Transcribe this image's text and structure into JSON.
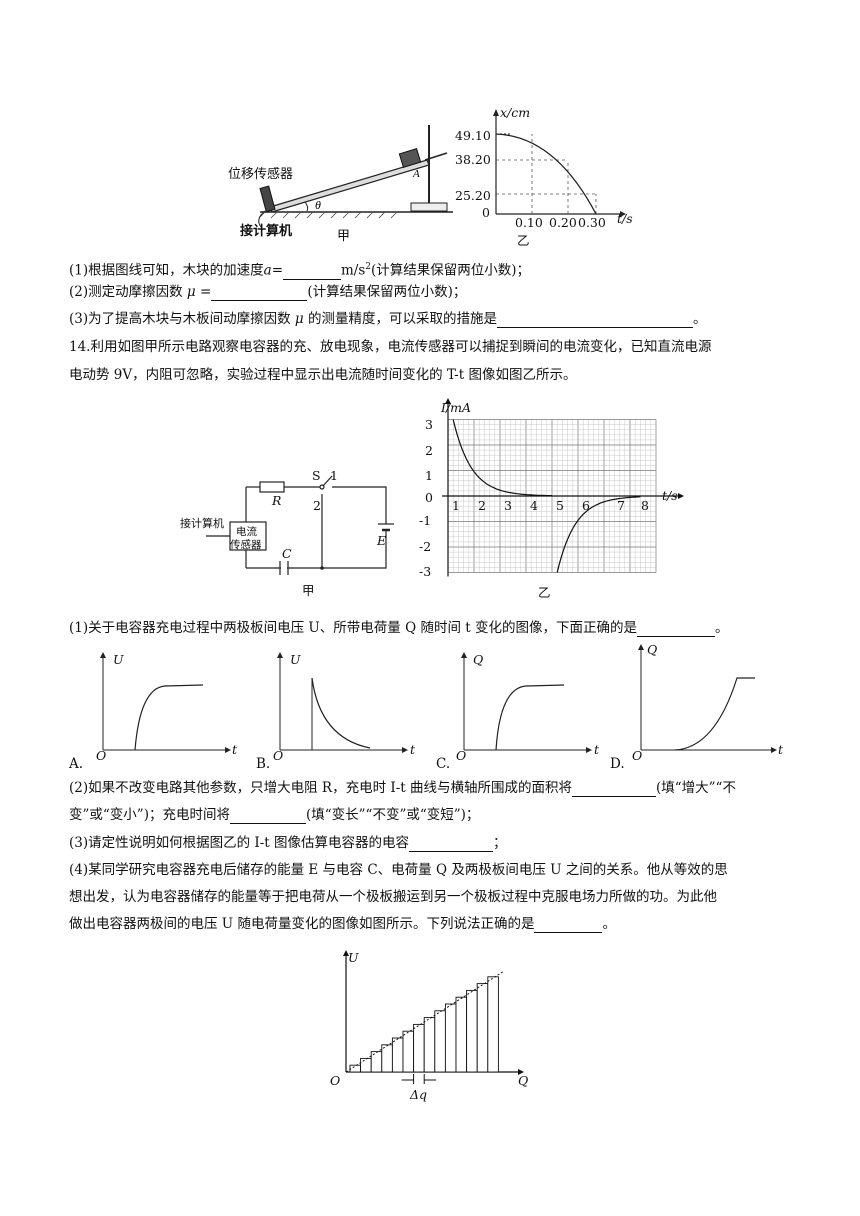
{
  "fig1": {
    "sensor_label": "位移传感器",
    "computer_label": "接计算机",
    "theta_label": "θ",
    "point_label": "A",
    "caption": "甲",
    "graph": {
      "ylabel": "x/cm",
      "xlabel": "t/s",
      "yticks": [
        "49.10",
        "38.20",
        "25.20",
        "0"
      ],
      "xticks": [
        "0.10",
        "0.20",
        "0.30"
      ],
      "caption": "乙"
    }
  },
  "q13": {
    "p1_a": "(1)根据图线可知，木块的加速度",
    "p1_var": "a",
    "p1_b": "=",
    "p1_unit": "m/s",
    "p1_sup": "2",
    "p1_c": "(计算结果保留两位小数)；",
    "p2_a": "(2)测定动摩擦因数",
    "p2_var": "μ",
    "p2_b": " =",
    "p2_c": "(计算结果保留两位小数)；",
    "p3_a": "(3)为了提高木块与木板间动摩擦因数",
    "p3_var": "μ",
    "p3_b": " 的测量精度，可以采取的措施是",
    "p3_c": "。"
  },
  "q14": {
    "stem_line1": "14.利用如图甲所示电路观察电容器的充、放电现象，电流传感器可以捕捉到瞬间的电流变化，已知直流电源",
    "stem_line2": "电动势 9V，内阻可忽略，实验过程中显示出电流随时间变化的 T-t 图像如图乙所示。",
    "circuit": {
      "switch_label": "S",
      "pos1": "1",
      "pos2": "2",
      "resistor": "R",
      "emf": "E",
      "capacitor": "C",
      "computer": "接计算机",
      "sensor_1": "电流",
      "sensor_2": "传感器",
      "caption": "甲"
    },
    "graph": {
      "ylabel": "I/mA",
      "xlabel": "t/s",
      "yticks": [
        "3",
        "2",
        "1",
        "0",
        "-1",
        "-2",
        "-3"
      ],
      "xticks": [
        "1",
        "2",
        "3",
        "4",
        "5",
        "6",
        "7",
        "8"
      ],
      "caption": "乙"
    },
    "p1": "(1)关于电容器充电过程中两极板间电压 U、所带电荷量 Q 随时间 t 变化的图像，下面正确的是",
    "p1_end": "。",
    "options": [
      {
        "label": "A.",
        "axis": "U"
      },
      {
        "label": "B.",
        "axis": "U"
      },
      {
        "label": "C.",
        "axis": "Q"
      },
      {
        "label": "D.",
        "axis": "Q"
      }
    ],
    "origin": "O",
    "t_axis": "t",
    "p2_line1_a": "(2)如果不改变电路其他参数，只增大电阻 R，充电时 I-t 曲线与横轴所围成的面积将",
    "p2_line1_b": "(填“增大”“不",
    "p2_line2_a": "变”或“变小”)；充电时间将",
    "p2_line2_b": "(填“变长”“不变”或“变短”)；",
    "p3_a": "(3)请定性说明如何根据图乙的 I-t 图像估算电容器的电容",
    "p3_b": "；",
    "p4_line1": "(4)某同学研究电容器充电后储存的能量 E 与电容 C、电荷量 Q 及两极板间电压 U 之间的关系。他从等效的思",
    "p4_line2": "想出发，认为电容器储存的能量等于把电荷从一个极板搬运到另一个极板过程中克服电场力所做的功。为此他",
    "p4_line3": "做出电容器两极间的电压 U 随电荷量变化的图像如图所示。下列说法正确的是",
    "p4_end": "。",
    "uq_graph": {
      "ylabel": "U",
      "xlabel": "Q",
      "origin": "O",
      "dq": "Δq"
    }
  }
}
